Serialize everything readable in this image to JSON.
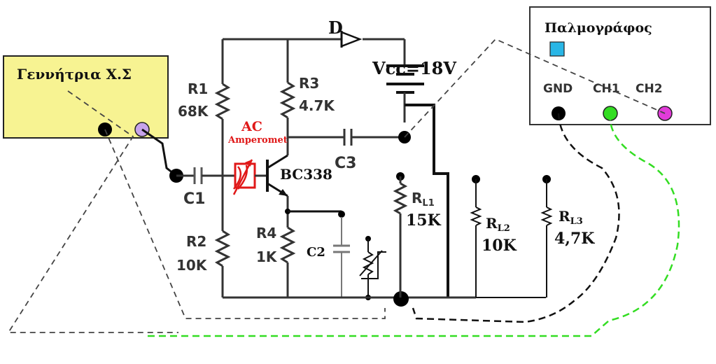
{
  "generator": {
    "title": "Γεννήτρια Χ.Σ",
    "fill": "#f7f392",
    "terminal_black": "#000000",
    "terminal_purple": "#c7a3ea"
  },
  "oscilloscope": {
    "title": "Παλμογράφος",
    "indicator_color": "#29b6e6",
    "gnd_label": "GND",
    "ch1_label": "CH1",
    "ch2_label": "CH2",
    "gnd_color": "#000000",
    "ch1_color": "#33dd22",
    "ch2_color": "#e23bd9"
  },
  "circuit": {
    "diode_label": "D",
    "vcc_label": "Vcc=18V",
    "r1_name": "R1",
    "r1_value": "68K",
    "r2_name": "R2",
    "r2_value": "10K",
    "r3_name": "R3",
    "r3_value": "4.7K",
    "r4_name": "R4",
    "r4_value": "1K",
    "c1_label": "C1",
    "c2_label": "C2",
    "c3_label": "C3",
    "transistor_label": "BC338",
    "ammeter_label_1": "AC",
    "ammeter_label_2": "Amperomet",
    "ammeter_color": "#e01818",
    "rl1_name": "R",
    "rl1_sub": "L1",
    "rl1_value": "15K",
    "rl2_name": "R",
    "rl2_sub": "L2",
    "rl2_value": "10K",
    "rl3_name": "R",
    "rl3_sub": "L3",
    "rl3_value": "4,7K"
  }
}
